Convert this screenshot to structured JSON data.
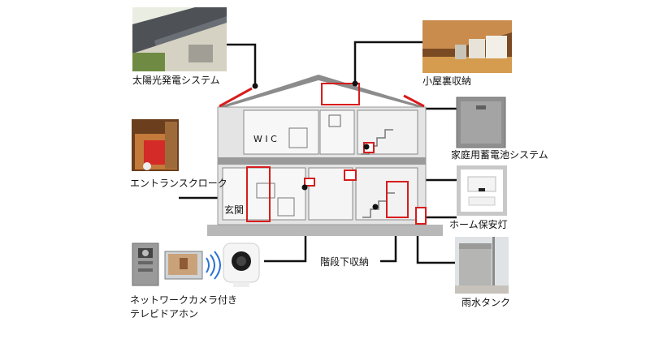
{
  "labels": {
    "solar": "太陽光発電システム",
    "attic": "小屋裏収納",
    "battery": "家庭用蓄電池システム",
    "entrance_cloak": "エントランスクローク",
    "foyer": "玄関",
    "home_light": "ホーム保安灯",
    "under_stairs": "階段下収納",
    "rain_tank": "雨水タンク",
    "camera_line1": "ネットワークカメラ付き",
    "camera_line2": "テレビドアホン"
  },
  "house": {
    "wic": "W I C"
  },
  "colors": {
    "line": "#111111",
    "accent": "#d81c1c",
    "roof": "#8c8c8c",
    "house_body": "#d9d9d9"
  }
}
